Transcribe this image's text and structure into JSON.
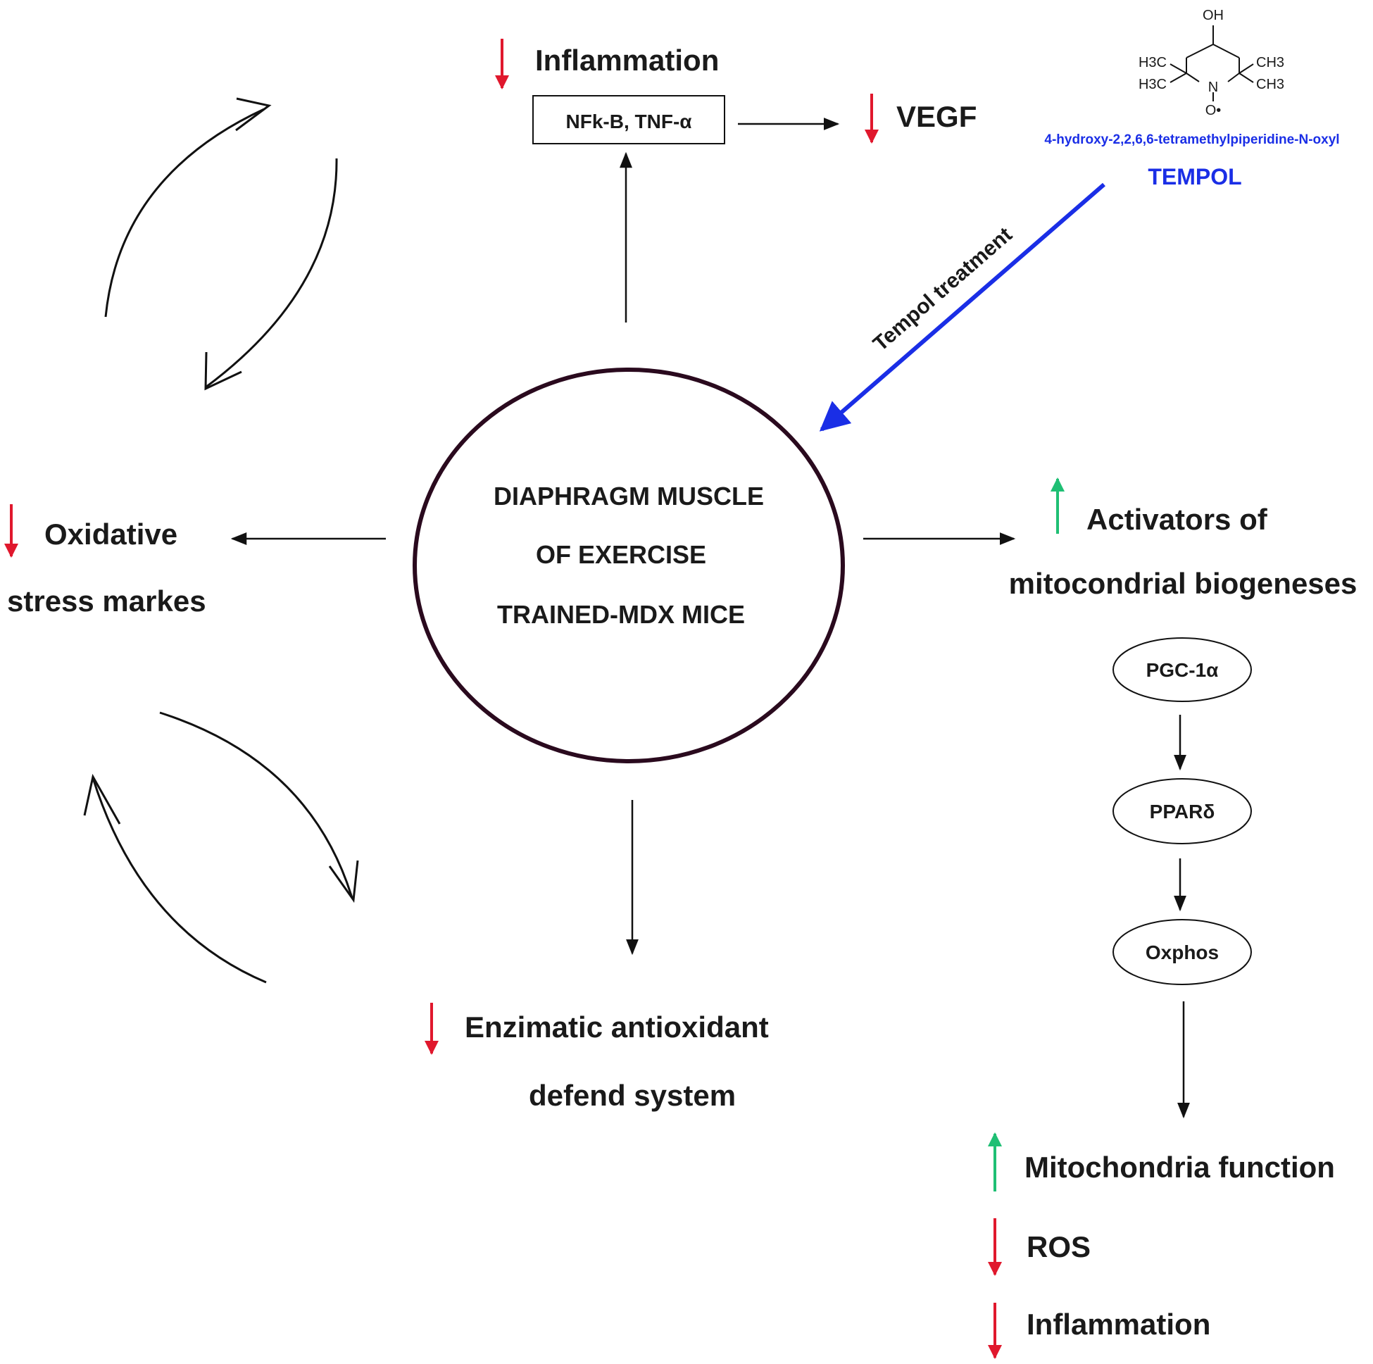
{
  "center": {
    "line1": "DIAPHRAGM  MUSCLE",
    "line2": "OF EXERCISE",
    "line3": "TRAINED-MDX MICE"
  },
  "top": {
    "inflammation": "Inflammation",
    "box_text": "NFk-B, TNF-α",
    "vegf": "VEGF"
  },
  "tempol": {
    "full_name": "4-hydroxy-2,2,6,6-tetramethylpiperidine-N-oxyl",
    "name": "TEMPOL",
    "treatment_label": "Tempol treatment",
    "structure": {
      "oh": "OH",
      "h3c": "H3C",
      "ch3": "CH3",
      "n": "N",
      "o": "O•"
    }
  },
  "left": {
    "line1": "Oxidative",
    "line2": "stress markes"
  },
  "bottom": {
    "line1": "Enzimatic antioxidant",
    "line2": "defend system"
  },
  "right": {
    "line1": "Activators of",
    "line2": "mitocondrial biogeneses",
    "pathway": [
      "PGC-1α",
      "PPARδ",
      "Oxphos"
    ],
    "outcomes": [
      "Mitochondria function",
      "ROS",
      "Inflammation"
    ]
  },
  "colors": {
    "down_arrow": "#e0182d",
    "up_arrow": "#1fbf74",
    "tempol_blue": "#1a2ee6",
    "circle_stroke": "#2a0a1e"
  }
}
